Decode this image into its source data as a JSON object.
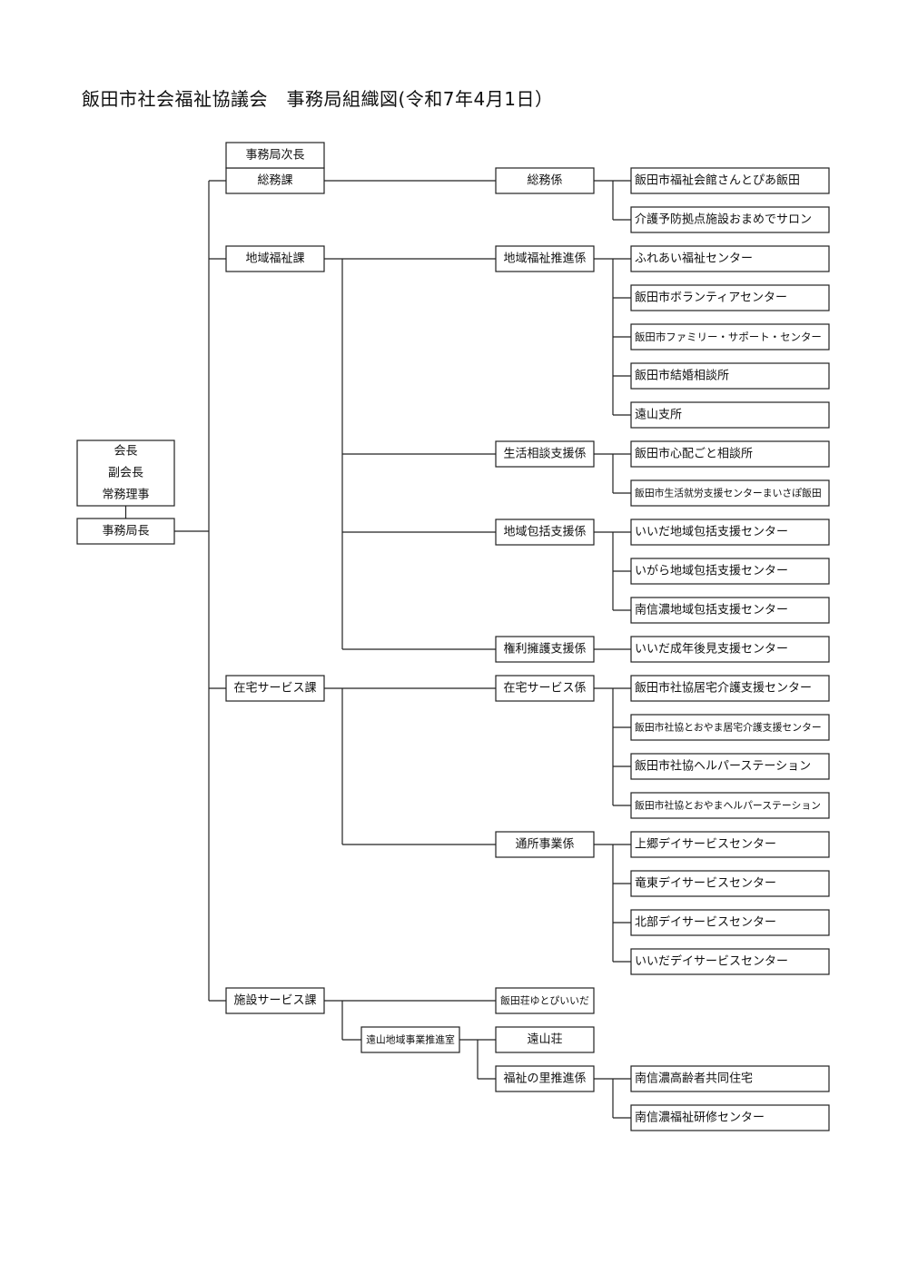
{
  "title": "飯田市社会福祉協議会　事務局組織図(令和7年4月1日）",
  "top": {
    "officers": [
      "会長",
      "副会長",
      "常務理事"
    ],
    "secretary_general": "事務局長"
  },
  "deputy_director": "事務局次長",
  "divisions": [
    {
      "name": "総務課",
      "units": [
        {
          "name": "総務係",
          "facilities": [
            "飯田市福祉会館さんとぴあ飯田",
            "介護予防拠点施設おまめでサロン"
          ]
        }
      ]
    },
    {
      "name": "地域福祉課",
      "units": [
        {
          "name": "地域福祉推進係",
          "facilities": [
            "ふれあい福祉センター",
            "飯田市ボランティアセンター",
            "飯田市ファミリー・サポート・センター",
            "飯田市結婚相談所",
            "遠山支所"
          ]
        },
        {
          "name": "生活相談支援係",
          "facilities": [
            "飯田市心配ごと相談所",
            "飯田市生活就労支援センターまいさぽ飯田"
          ]
        },
        {
          "name": "地域包括支援係",
          "facilities": [
            "いいだ地域包括支援センター",
            "いがら地域包括支援センター",
            "南信濃地域包括支援センター"
          ]
        },
        {
          "name": "権利擁護支援係",
          "facilities": [
            "いいだ成年後見支援センター"
          ]
        }
      ]
    },
    {
      "name": "在宅サービス課",
      "units": [
        {
          "name": "在宅サービス係",
          "facilities": [
            "飯田市社協居宅介護支援センター",
            "飯田市社協とおやま居宅介護支援センター",
            "飯田市社協ヘルパーステーション",
            "飯田市社協とおやまヘルパーステーション"
          ]
        },
        {
          "name": "通所事業係",
          "facilities": [
            "上郷デイサービスセンター",
            "竜東デイサービスセンター",
            "北部デイサービスセンター",
            "いいだデイサービスセンター"
          ]
        }
      ]
    },
    {
      "name": "施設サービス課",
      "units": [
        {
          "name": "飯田荘ゆとぴいいだ",
          "facilities": []
        }
      ],
      "office": {
        "name": "遠山地域事業推進室",
        "units": [
          {
            "name": "遠山荘",
            "facilities": []
          },
          {
            "name": "福祉の里推進係",
            "facilities": [
              "南信濃高齢者共同住宅",
              "南信濃福祉研修センター"
            ]
          }
        ]
      }
    }
  ]
}
